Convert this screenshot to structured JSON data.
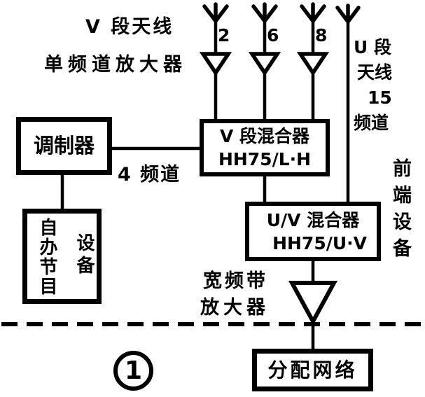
{
  "diagram": {
    "antennas": {
      "v_band_label": "V 段天线",
      "single_channel_amplifier_label": "单频道放大器",
      "channel_numbers": [
        "2",
        "6",
        "8"
      ],
      "u_band_lines": [
        "U 段",
        "天线",
        "15",
        "频道"
      ]
    },
    "boxes": {
      "modulator": "调制器",
      "v_mixer": {
        "line1": "V 段混合器",
        "line2": "HH75/L·H"
      },
      "local_program": {
        "col1": "自办节目",
        "col2": "设备"
      },
      "uv_mixer": {
        "line1": "U/V 混合器",
        "line2": "HH75/U·V"
      },
      "distribution_network": "分配网络"
    },
    "labels": {
      "channel_4": "4 频道",
      "front_end": "前端设备",
      "broadband_amplifier": {
        "line1": "宽频带",
        "line2": "放大器"
      },
      "circle_marker": "1"
    },
    "colors": {
      "ink": "#000000",
      "paper": "#ffffff"
    }
  }
}
